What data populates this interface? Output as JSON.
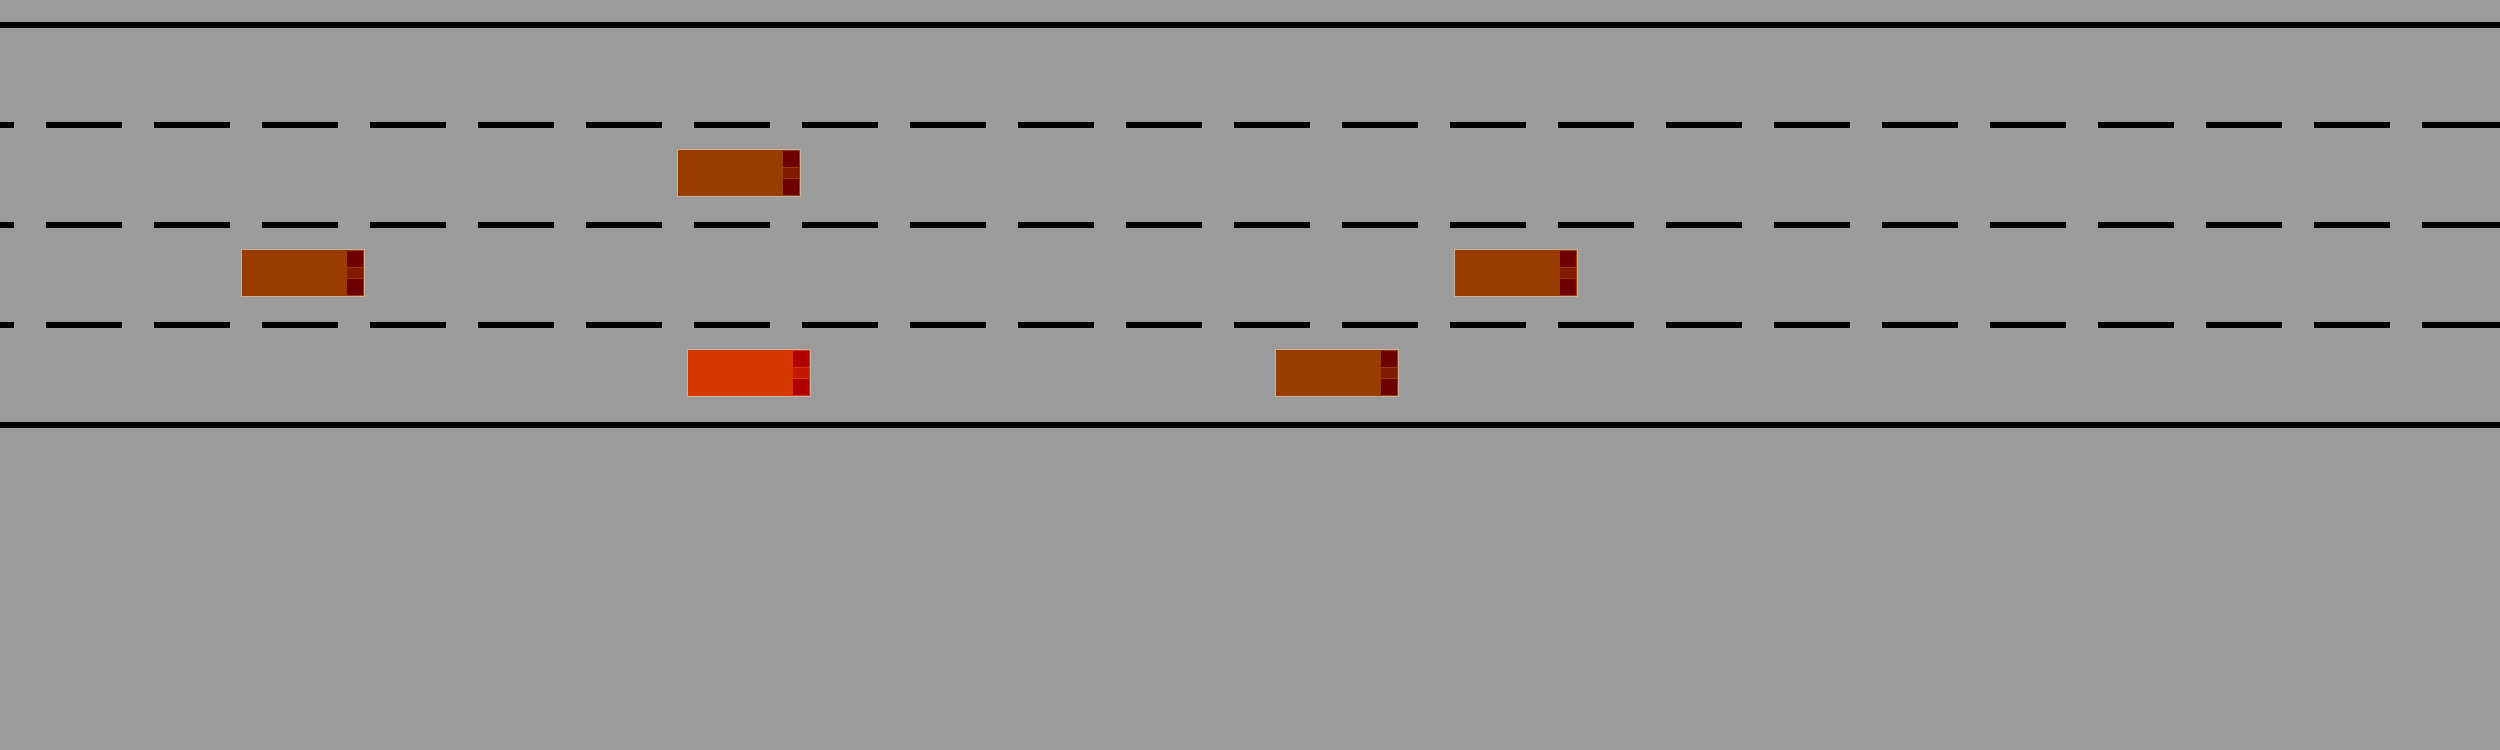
{
  "scene": {
    "type": "highway-lanes",
    "background_color": "#9b9b9b",
    "lane_marking_color": "#000000",
    "lane_count": 4
  },
  "vehicles": [
    {
      "id": "car-1",
      "lane": 1,
      "role": "traffic",
      "color": "#9a3b00",
      "light_color": "#6f0000"
    },
    {
      "id": "car-2",
      "lane": 2,
      "role": "traffic",
      "color": "#9a3b00",
      "light_color": "#6f0000"
    },
    {
      "id": "car-3",
      "lane": 2,
      "role": "traffic",
      "color": "#9a3b00",
      "light_color": "#6f0000"
    },
    {
      "id": "car-4",
      "lane": 3,
      "role": "ego",
      "color": "#d63900",
      "light_color": "#b00000"
    },
    {
      "id": "car-5",
      "lane": 3,
      "role": "traffic",
      "color": "#9a3b00",
      "light_color": "#6f0000"
    }
  ]
}
